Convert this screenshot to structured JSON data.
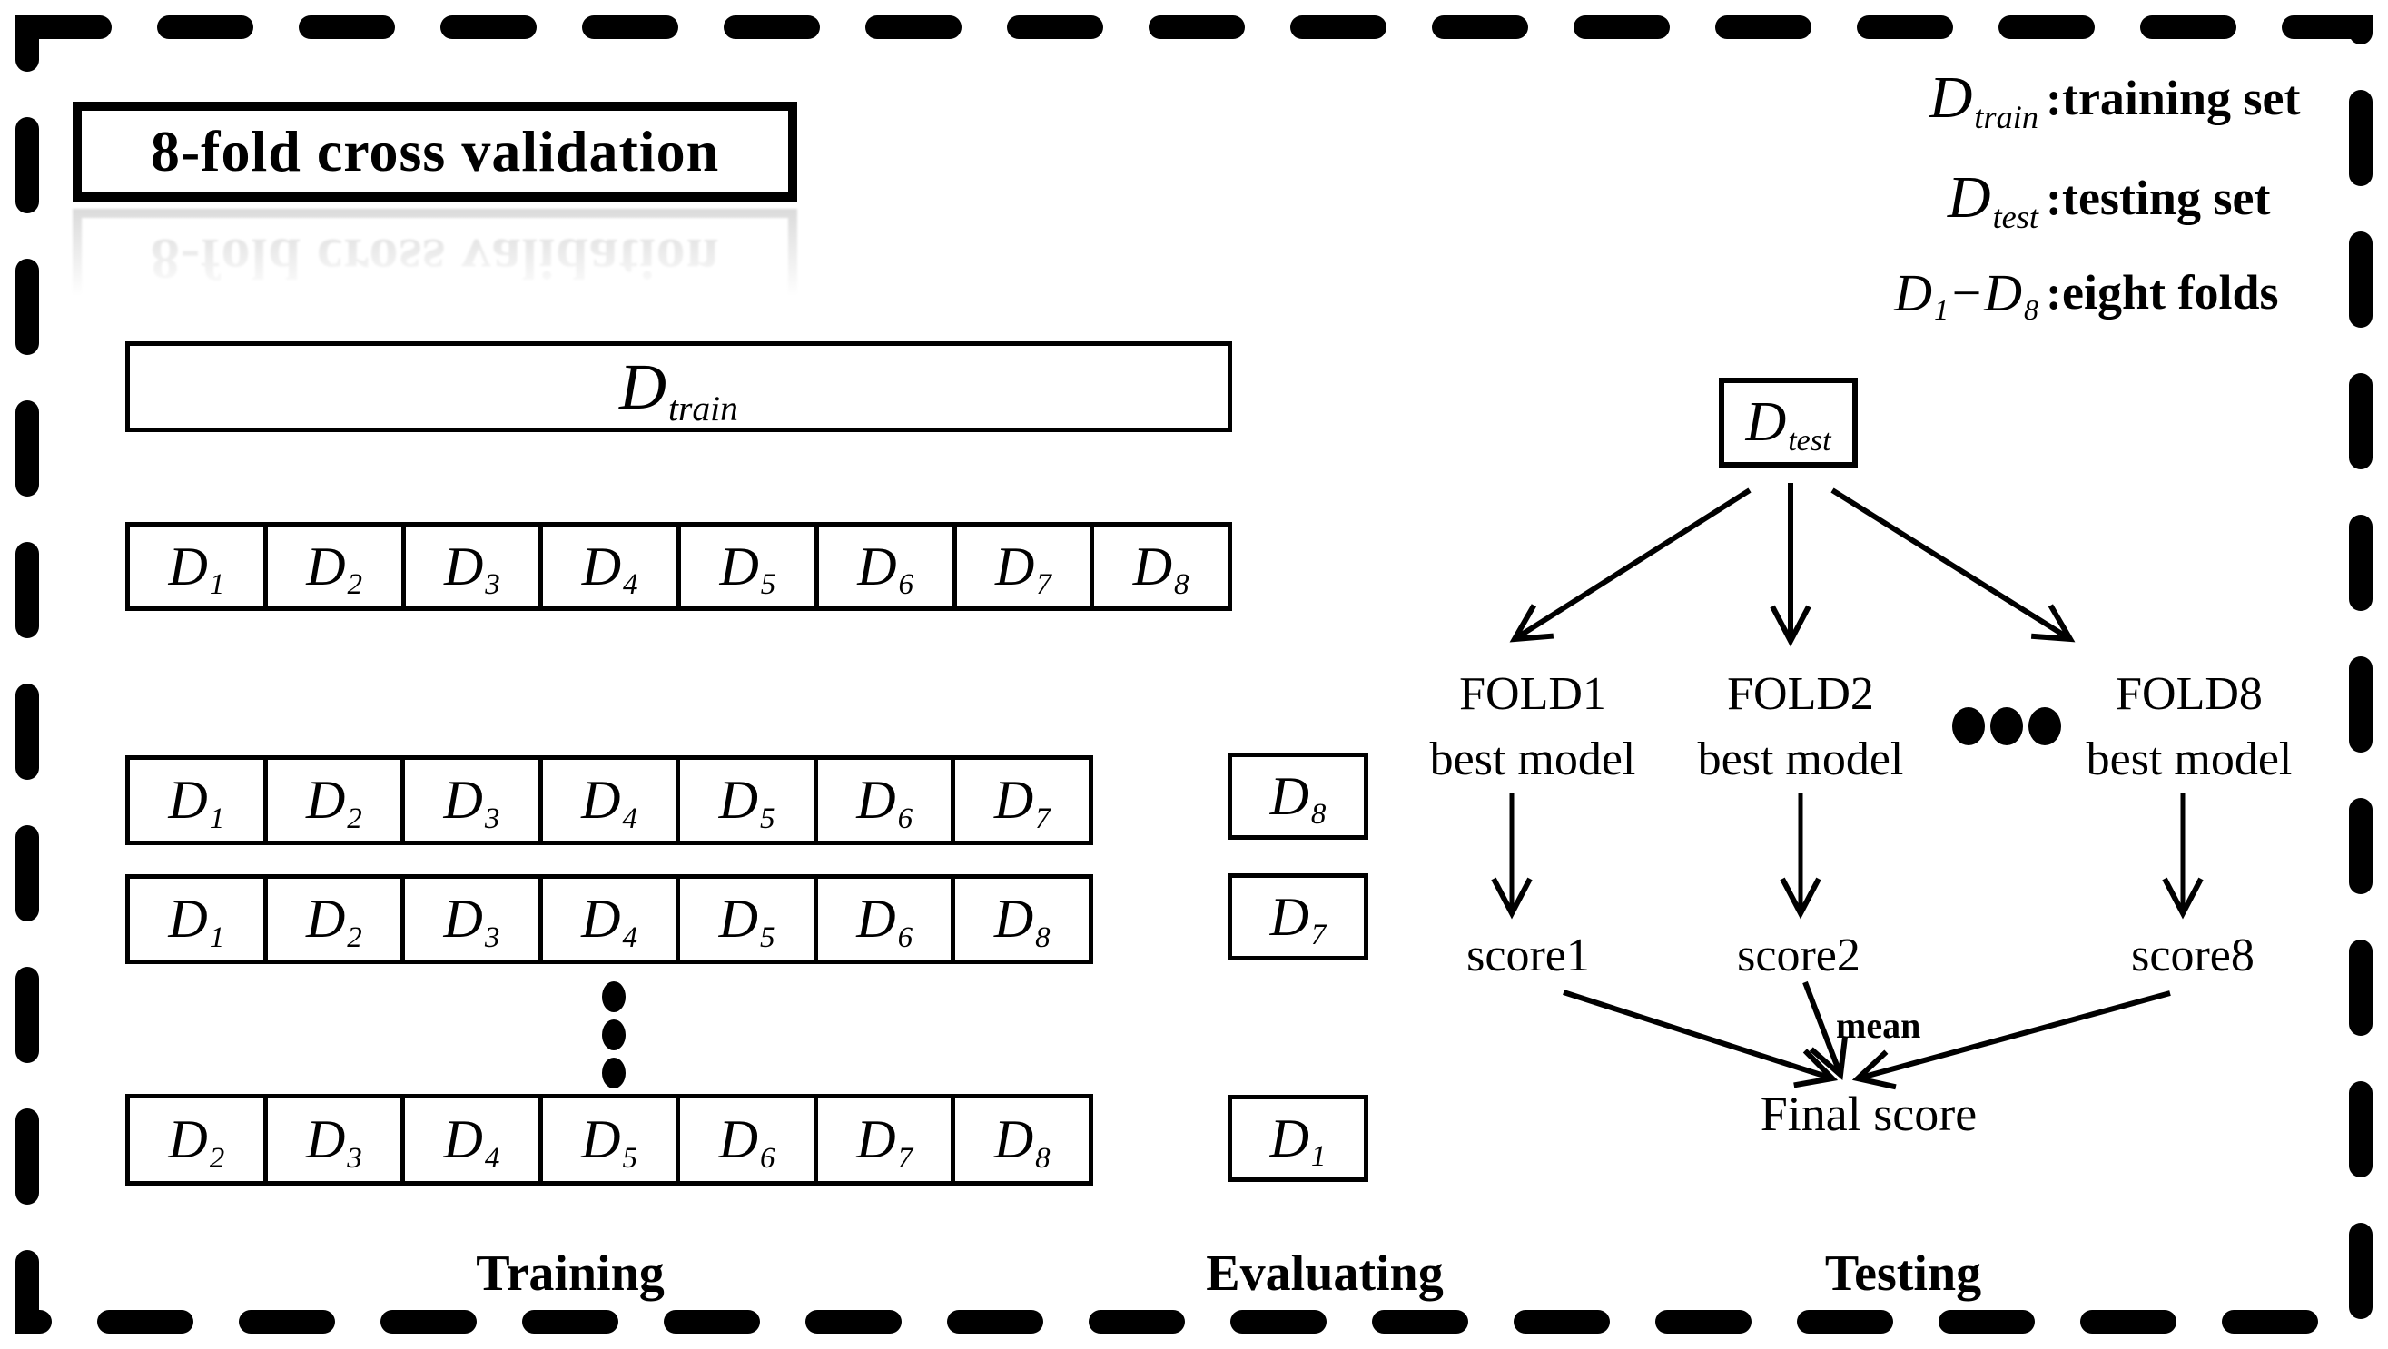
{
  "header": {
    "title": "8-fold cross validation"
  },
  "legend": {
    "items": [
      {
        "base": "D",
        "sub": "train",
        "desc": ":training set"
      },
      {
        "base": "D",
        "sub": "test",
        "desc": ":testing set"
      },
      {
        "d1": {
          "base": "D",
          "sub": "1"
        },
        "dash": "−",
        "d2": {
          "base": "D",
          "sub": "8"
        },
        "desc": ":eight folds"
      }
    ]
  },
  "train_box": {
    "base": "D",
    "sub": "train"
  },
  "rows": {
    "rowA": {
      "cells": [
        {
          "base": "D",
          "sub": "1"
        },
        {
          "base": "D",
          "sub": "2"
        },
        {
          "base": "D",
          "sub": "3"
        },
        {
          "base": "D",
          "sub": "4"
        },
        {
          "base": "D",
          "sub": "5"
        },
        {
          "base": "D",
          "sub": "6"
        },
        {
          "base": "D",
          "sub": "7"
        },
        {
          "base": "D",
          "sub": "8"
        }
      ]
    },
    "rowB": {
      "cells": [
        {
          "base": "D",
          "sub": "1"
        },
        {
          "base": "D",
          "sub": "2"
        },
        {
          "base": "D",
          "sub": "3"
        },
        {
          "base": "D",
          "sub": "4"
        },
        {
          "base": "D",
          "sub": "5"
        },
        {
          "base": "D",
          "sub": "6"
        },
        {
          "base": "D",
          "sub": "7"
        }
      ],
      "holdout": {
        "base": "D",
        "sub": "8"
      }
    },
    "rowC": {
      "cells": [
        {
          "base": "D",
          "sub": "1"
        },
        {
          "base": "D",
          "sub": "2"
        },
        {
          "base": "D",
          "sub": "3"
        },
        {
          "base": "D",
          "sub": "4"
        },
        {
          "base": "D",
          "sub": "5"
        },
        {
          "base": "D",
          "sub": "6"
        },
        {
          "base": "D",
          "sub": "8"
        }
      ],
      "holdout": {
        "base": "D",
        "sub": "7"
      }
    },
    "rowD": {
      "cells": [
        {
          "base": "D",
          "sub": "2"
        },
        {
          "base": "D",
          "sub": "3"
        },
        {
          "base": "D",
          "sub": "4"
        },
        {
          "base": "D",
          "sub": "5"
        },
        {
          "base": "D",
          "sub": "6"
        },
        {
          "base": "D",
          "sub": "7"
        },
        {
          "base": "D",
          "sub": "8"
        }
      ],
      "holdout": {
        "base": "D",
        "sub": "1"
      }
    }
  },
  "section_labels": {
    "training": "Training",
    "evaluating": "Evaluating",
    "testing": "Testing"
  },
  "flow": {
    "test_box": {
      "base": "D",
      "sub": "test"
    },
    "folds": [
      {
        "line1": "FOLD1",
        "line2": "best model",
        "score": "score1"
      },
      {
        "line1": "FOLD2",
        "line2": "best model",
        "score": "score2"
      },
      {
        "line1": "FOLD8",
        "line2": "best model",
        "score": "score8"
      }
    ],
    "mean_label": "mean",
    "final_label": "Final score"
  },
  "colors": {
    "ink": "#000000",
    "background": "#ffffff"
  }
}
